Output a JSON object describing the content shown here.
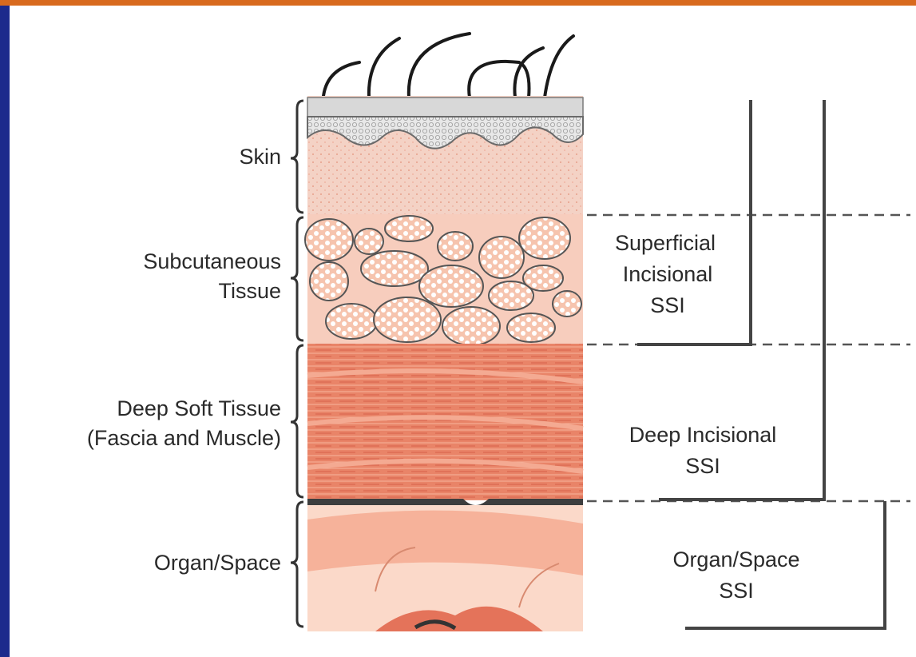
{
  "colors": {
    "background": "#1c2a8c",
    "top_bar": "#d86a1e",
    "panel": "#ffffff",
    "skin_top": "#e3e3e3",
    "dermis": "#f2ccc0",
    "fat_cell": "#f4b9a0",
    "muscle": "#e77a5c",
    "organ": "#f4b49a",
    "line": "#444444"
  },
  "layers": {
    "skin": "Skin",
    "subcutaneous_line1": "Subcutaneous",
    "subcutaneous_line2": "Tissue",
    "deep_line1": "Deep Soft Tissue",
    "deep_line2": "(Fascia and Muscle)",
    "organ": "Organ/Space"
  },
  "ssi": {
    "superficial_line1": "Superficial",
    "superficial_line2": "Incisional",
    "superficial_line3": "SSI",
    "deep_line1": "Deep Incisional",
    "deep_line2": "SSI",
    "organ_line1": "Organ/Space",
    "organ_line2": "SSI"
  }
}
